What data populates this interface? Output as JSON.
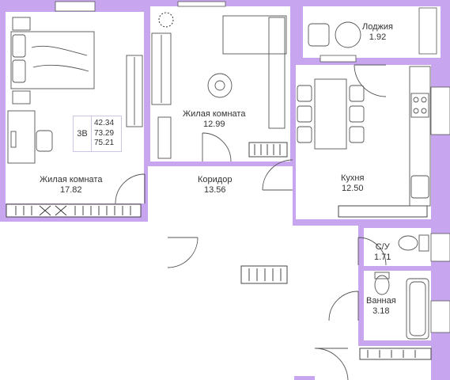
{
  "apartment": {
    "type": "3В",
    "areas": [
      "42.34",
      "73.29",
      "75.21"
    ]
  },
  "rooms": [
    {
      "id": "living-room-1",
      "name": "Жилая комната",
      "area": "17.82"
    },
    {
      "id": "living-room-2",
      "name": "Жилая комната",
      "area": "12.99"
    },
    {
      "id": "corridor",
      "name": "Коридор",
      "area": "13.56"
    },
    {
      "id": "kitchen",
      "name": "Кухня",
      "area": "12.50"
    },
    {
      "id": "loggia",
      "name": "Лоджия",
      "area": "1.92"
    },
    {
      "id": "wc",
      "name": "С/У",
      "area": "1.71"
    },
    {
      "id": "bathroom",
      "name": "Ванная",
      "area": "3.18"
    }
  ],
  "colors": {
    "wall": "#c8a6ef",
    "wall_edge": "#b48ee6",
    "floor": "#ffffff",
    "line": "#555555",
    "dark": "#333333"
  }
}
